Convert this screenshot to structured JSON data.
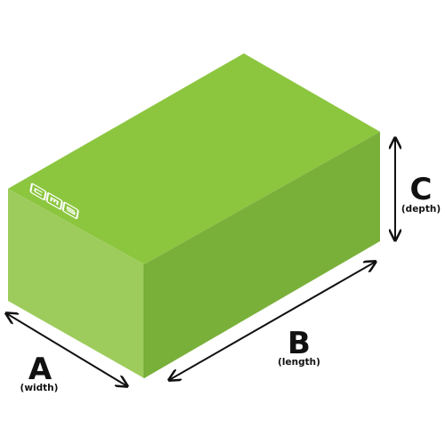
{
  "colors": {
    "top": "#8cc63f",
    "front": "#9dcc5c",
    "side": "#79b03a",
    "edge": "#6aa630",
    "logo": "#ffffff",
    "ink": "#111111",
    "background": "#ffffff"
  },
  "logo": {
    "name": "cms-logo",
    "text": "CMS"
  },
  "dimensions": [
    {
      "id": "a",
      "letter": "A",
      "label": "(width)"
    },
    {
      "id": "b",
      "letter": "B",
      "label": "(length)"
    },
    {
      "id": "c",
      "letter": "C",
      "label": "(depth)"
    }
  ]
}
